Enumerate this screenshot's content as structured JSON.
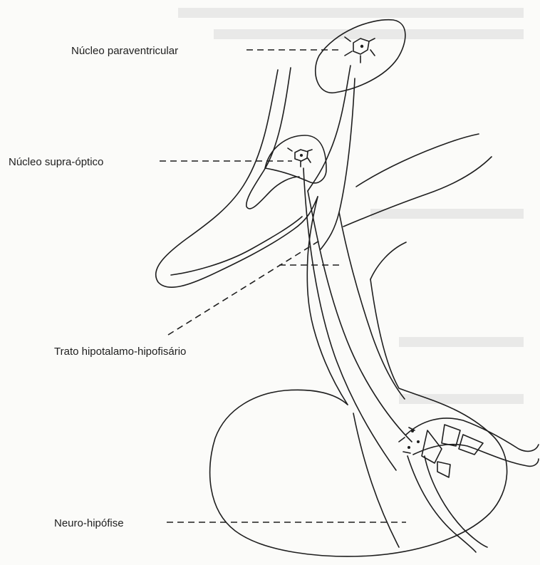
{
  "labels": {
    "paraventricular": "Núcleo paraventricular",
    "supraoptic": "Núcleo supra-óptico",
    "tract": "Trato hipotalamo-hipofisário",
    "neurohypophysis": "Neuro-hipófise"
  },
  "colors": {
    "ink": "#1e1e1e",
    "background": "#fbfbf9"
  }
}
